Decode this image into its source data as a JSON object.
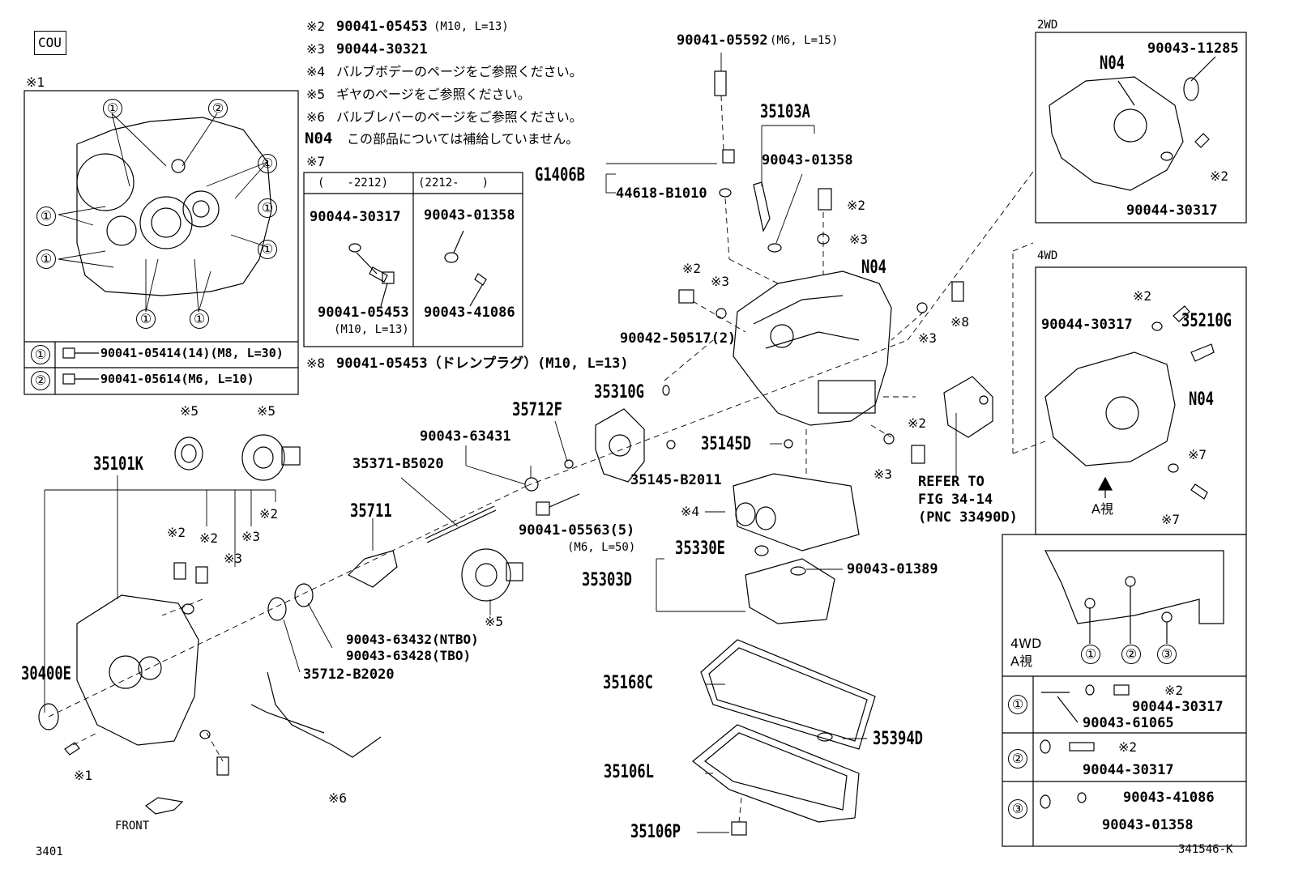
{
  "header": {
    "model_code": "COU",
    "ref_1": "※1",
    "notes": [
      {
        "mark": "※2",
        "text": "90041-05453",
        "spec": "(M10, L=13)"
      },
      {
        "mark": "※3",
        "text": "90044-30321",
        "spec": ""
      },
      {
        "mark": "※4",
        "text": "バルブボデーのページをご参照ください。",
        "spec": ""
      },
      {
        "mark": "※5",
        "text": "ギヤのページをご参照ください。",
        "spec": ""
      },
      {
        "mark": "※6",
        "text": "バルブレバーのページをご参照ください。",
        "spec": ""
      },
      {
        "mark": "N04",
        "text": "この部品については補給していません。",
        "spec": ""
      }
    ],
    "ref_7": "※7",
    "note_8": {
      "mark": "※8",
      "text": "90041-05453（ドレンプラグ）(M10, L=13)"
    }
  },
  "ref7_table": {
    "col1_head": "(　　-2212)",
    "col2_head": "(2212-　　)",
    "col1_part_a": "90044-30317",
    "col1_part_b": "90041-05453",
    "col1_spec": "(M10, L=13)",
    "col2_part_a": "90043-01358",
    "col2_part_b": "90043-41086"
  },
  "bolt_legend": [
    {
      "num": "①",
      "part": "90041-05414(14)(M8, L=30)"
    },
    {
      "num": "②",
      "part": "90041-05614(M6, L=10)"
    }
  ],
  "inset_2wd": {
    "title": "2WD",
    "p1": "N04",
    "p2": "90043-11285",
    "p3": "※2",
    "p4": "90044-30317"
  },
  "inset_4wd": {
    "title": "4WD",
    "p1": "※2",
    "p2": "90044-30317",
    "p3": "35210G",
    "p4": "N04",
    "p5": "※7",
    "p6": "※7",
    "view": "A視"
  },
  "inset_4wd_view": {
    "label1": "4WD",
    "label2": "A視",
    "rows": [
      {
        "num": "①",
        "a": "※2",
        "b": "90044-30317",
        "c": "90043-61065"
      },
      {
        "num": "②",
        "a": "※2",
        "b": "90044-30317",
        "c": ""
      },
      {
        "num": "③",
        "a": "90043-41086",
        "b": "90043-01358",
        "c": ""
      }
    ]
  },
  "parts": {
    "p_90041_05592": "90041-05592",
    "p_90041_05592_spec": "(M6, L=15)",
    "p_35103A": "35103A",
    "p_G1406B": "G1406B",
    "p_44618": "44618-B1010",
    "p_90043_01358": "90043-01358",
    "p_ref2_a": "※2",
    "p_ref3_a": "※3",
    "p_N04_main": "N04",
    "p_ref2_b": "※2",
    "p_ref3_b": "※3",
    "p_ref3_c": "※3",
    "p_ref8": "※8",
    "p_90042": "90042-50517(2)",
    "p_35310G": "35310G",
    "p_35712F": "35712F",
    "p_90043_63431": "90043-63431",
    "p_35145D": "35145D",
    "p_ref2_c": "※2",
    "p_ref3_d": "※3",
    "p_35145_B2011": "35145-B2011",
    "p_35371": "35371-B5020",
    "p_35711": "35711",
    "p_90041_05563": "90041-05563(5)",
    "p_90041_05563_spec": "(M6, L=50)",
    "p_ref4": "※4",
    "p_35330E": "35330E",
    "p_90043_01389": "90043-01389",
    "p_35303D": "35303D",
    "refer1": "REFER TO",
    "refer2": "FIG 34-14",
    "refer3": "(PNC 33490D)",
    "p_ref5_a": "※5",
    "p_ref5_b": "※5",
    "p_35101K": "35101K",
    "p_ref2_d": "※2",
    "p_ref2_e": "※2",
    "p_ref3_e": "※3",
    "p_ref3_f": "※3",
    "p_ref2_f": "※2",
    "p_ref5_c": "※5",
    "p_90043_63432": "90043-63432(NTBO)",
    "p_90043_63428": "90043-63428(TBO)",
    "p_35712_B2020": "35712-B2020",
    "p_30400E": "30400E",
    "p_ref1": "※1",
    "p_ref6": "※6",
    "front": "FRONT",
    "p_35168C": "35168C",
    "p_35394D": "35394D",
    "p_35106L": "35106L",
    "p_35106P": "35106P"
  },
  "footer": {
    "left": "3401",
    "right": "341546-K"
  },
  "bolt_callouts": {
    "one": "①",
    "two": "②"
  }
}
